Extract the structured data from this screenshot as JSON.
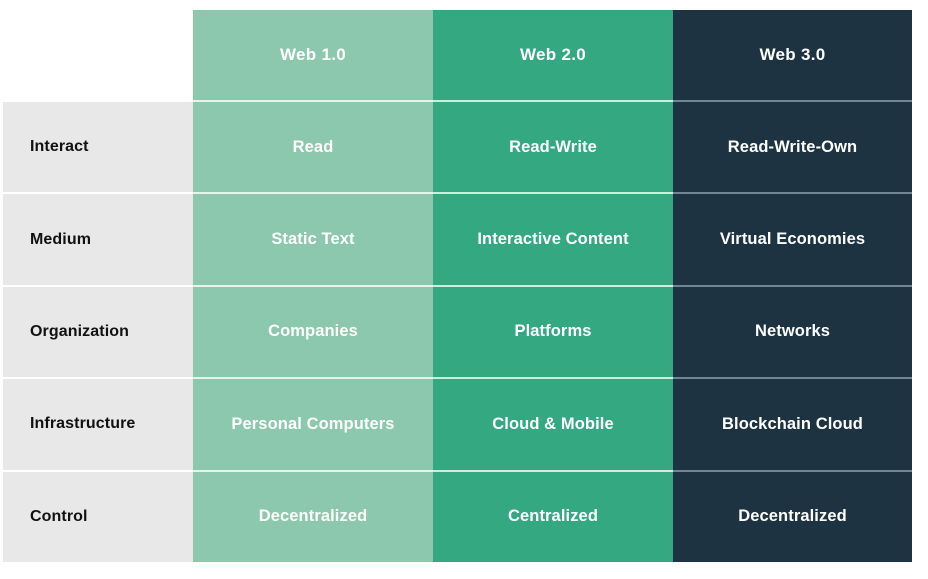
{
  "table": {
    "corner_label": "",
    "columns": [
      {
        "key": "feature",
        "label": ""
      },
      {
        "key": "web1",
        "label": "Web 1.0",
        "color": "#8cc8ae"
      },
      {
        "key": "web2",
        "label": "Web 2.0",
        "color": "#34a880"
      },
      {
        "key": "web3",
        "label": "Web 3.0",
        "color": "#1e3341"
      }
    ],
    "rows": [
      {
        "label": "Interact",
        "web1": "Read",
        "web2": "Read-Write",
        "web3": "Read-Write-Own"
      },
      {
        "label": "Medium",
        "web1": "Static Text",
        "web2": "Interactive Content",
        "web3": "Virtual Economies"
      },
      {
        "label": "Organization",
        "web1": "Companies",
        "web2": "Platforms",
        "web3": "Networks"
      },
      {
        "label": "Infrastructure",
        "web1": "Personal Computers",
        "web2": "Cloud & Mobile",
        "web3": "Blockchain Cloud"
      },
      {
        "label": "Control",
        "web1": "Decentralized",
        "web2": "Centralized",
        "web3": "Decentralized"
      }
    ]
  },
  "theme": {
    "background": "#ffffff",
    "label_column_bg": "#e8e8e8",
    "label_text": "#111111",
    "cell_text": "#ffffff"
  }
}
